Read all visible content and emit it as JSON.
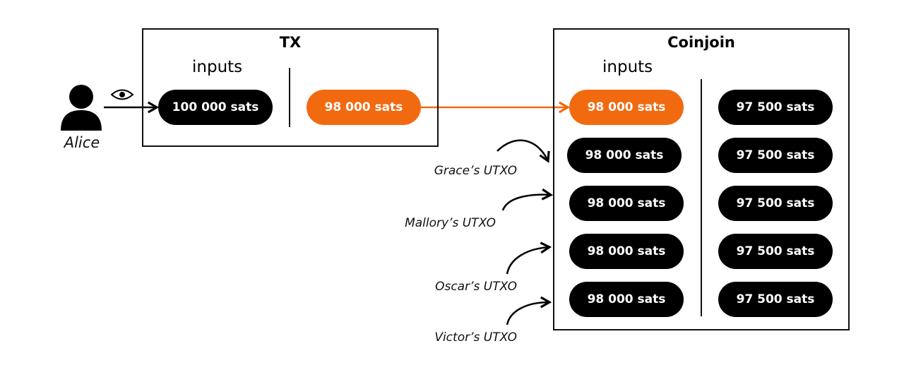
{
  "colors": {
    "accent": "#f26a10",
    "ink": "#000000",
    "background": "#ffffff"
  },
  "person": {
    "name": "Alice",
    "icon": "user-icon",
    "observer_icon": "eye-icon"
  },
  "tx": {
    "title": "TX",
    "inputs_label": "inputs",
    "input": "100 000 sats",
    "output": "98 000 sats"
  },
  "coinjoin": {
    "title": "Coinjoin",
    "inputs_label": "inputs",
    "inputs": [
      "98 000 sats",
      "98 000 sats",
      "98 000 sats",
      "98 000 sats",
      "98 000 sats"
    ],
    "outputs": [
      "97 500 sats",
      "97 500 sats",
      "97 500 sats",
      "97 500 sats",
      "97 500 sats"
    ]
  },
  "utxo_labels": [
    "Grace’s UTXO",
    "Mallory’s UTXO",
    "Oscar’s UTXO",
    "Victor’s UTXO"
  ]
}
